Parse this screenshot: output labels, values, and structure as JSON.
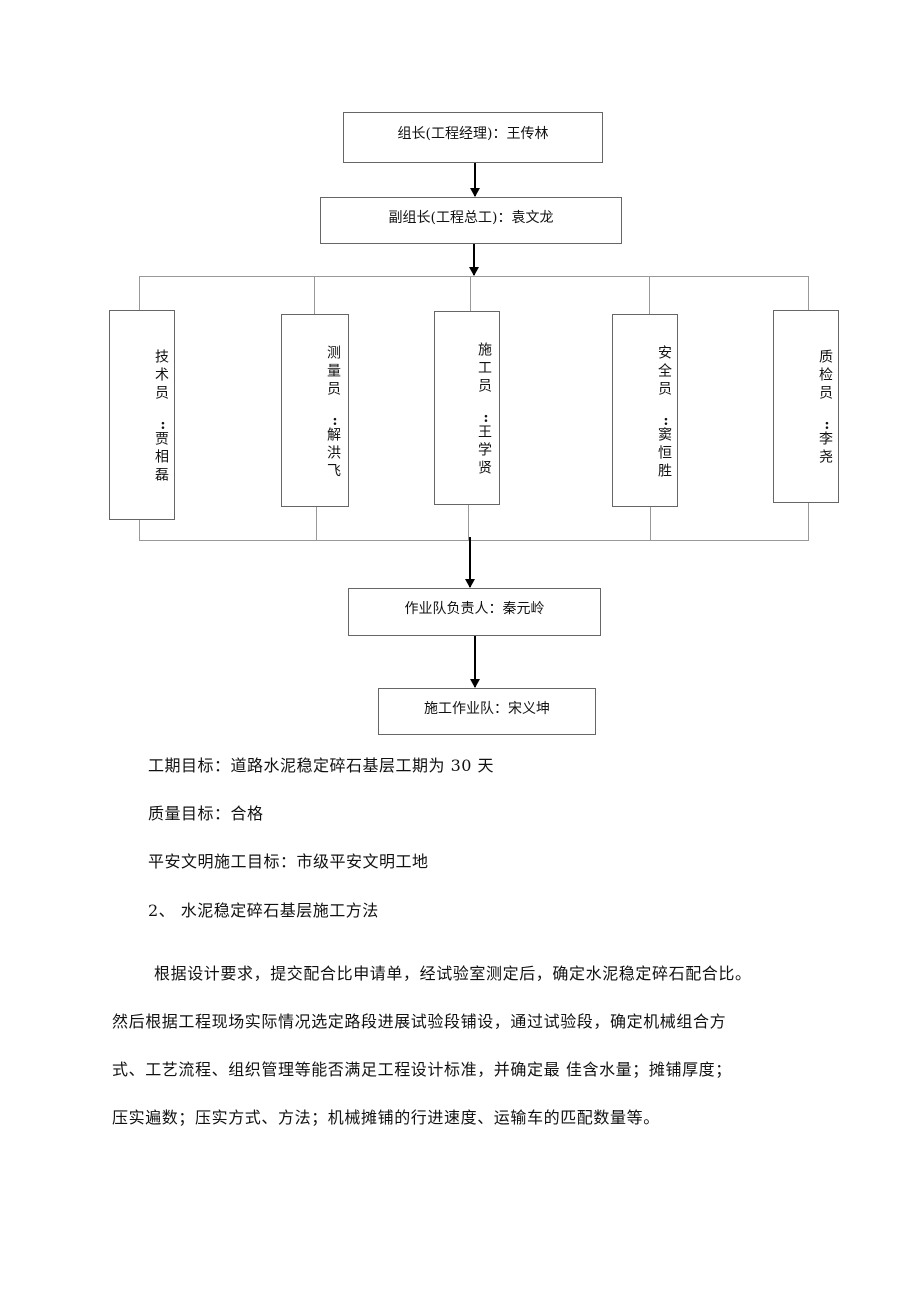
{
  "org_chart": {
    "leader": "组长(工程经理)：王传林",
    "deputy": "副组长(工程总工)：袁文龙",
    "staff": [
      {
        "role": "技术员",
        "name": "贾相磊"
      },
      {
        "role": "测量员",
        "name": "解洪飞"
      },
      {
        "role": "施工员",
        "name": "王学贤"
      },
      {
        "role": "安全员",
        "name": "窦恒胜"
      },
      {
        "role": "质检员",
        "name": "李尧"
      }
    ],
    "team_lead": "作业队负责人：秦元岭",
    "team": "施工作业队：宋义坤"
  },
  "goals": {
    "schedule": "工期目标：道路水泥稳定碎石基层工期为 30 天",
    "quality": "质量目标：合格",
    "safety": "平安文明施工目标：市级平安文明工地"
  },
  "section_heading": "2、 水泥稳定碎石基层施工方法",
  "body_lines": [
    "根据设计要求，提交配合比申请单，经试验室测定后，确定水泥稳定碎石配合比。",
    "然后根据工程现场实际情况选定路段进展试验段铺设，通过试验段，确定机械组合方",
    "式、工艺流程、组织管理等能否满足工程设计标准，并确定最  佳含水量；摊铺厚度；",
    "压实遍数；压实方式、方法；机械摊铺的行进速度、运输车的匹配数量等。"
  ]
}
